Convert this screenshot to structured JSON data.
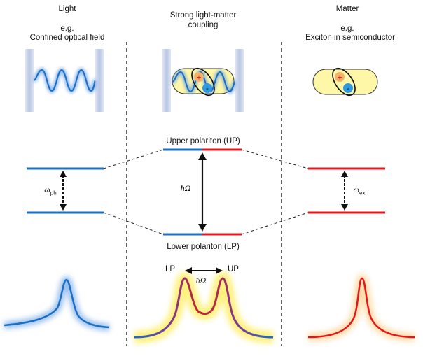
{
  "columns": {
    "light": {
      "title": "Light",
      "eg": "e.g.",
      "example": "Confined optical field"
    },
    "coupling": {
      "title_line1": "Strong light-matter",
      "title_line2": "coupling"
    },
    "matter": {
      "title": "Matter",
      "eg": "e.g.",
      "example": "Exciton in semiconductor"
    }
  },
  "energy_levels": {
    "upper": "Upper polariton (UP)",
    "lower": "Lower polariton (LP)",
    "rabi": "ħΩ",
    "photon_symbol": "ω",
    "photon_sub": "ph",
    "exciton_symbol": "ω",
    "exciton_sub": "ex"
  },
  "spectra": {
    "lp": "LP",
    "up": "UP",
    "rabi": "ħΩ"
  },
  "exciton_charges": {
    "plus": "+",
    "minus": "-"
  },
  "colors": {
    "photon_blue": "#1a6fc4",
    "exciton_red": "#e8141b",
    "mirror": "#c9d3ea",
    "exciton_fill": "#fff7a8",
    "glow_yellow": "#fff17a"
  }
}
